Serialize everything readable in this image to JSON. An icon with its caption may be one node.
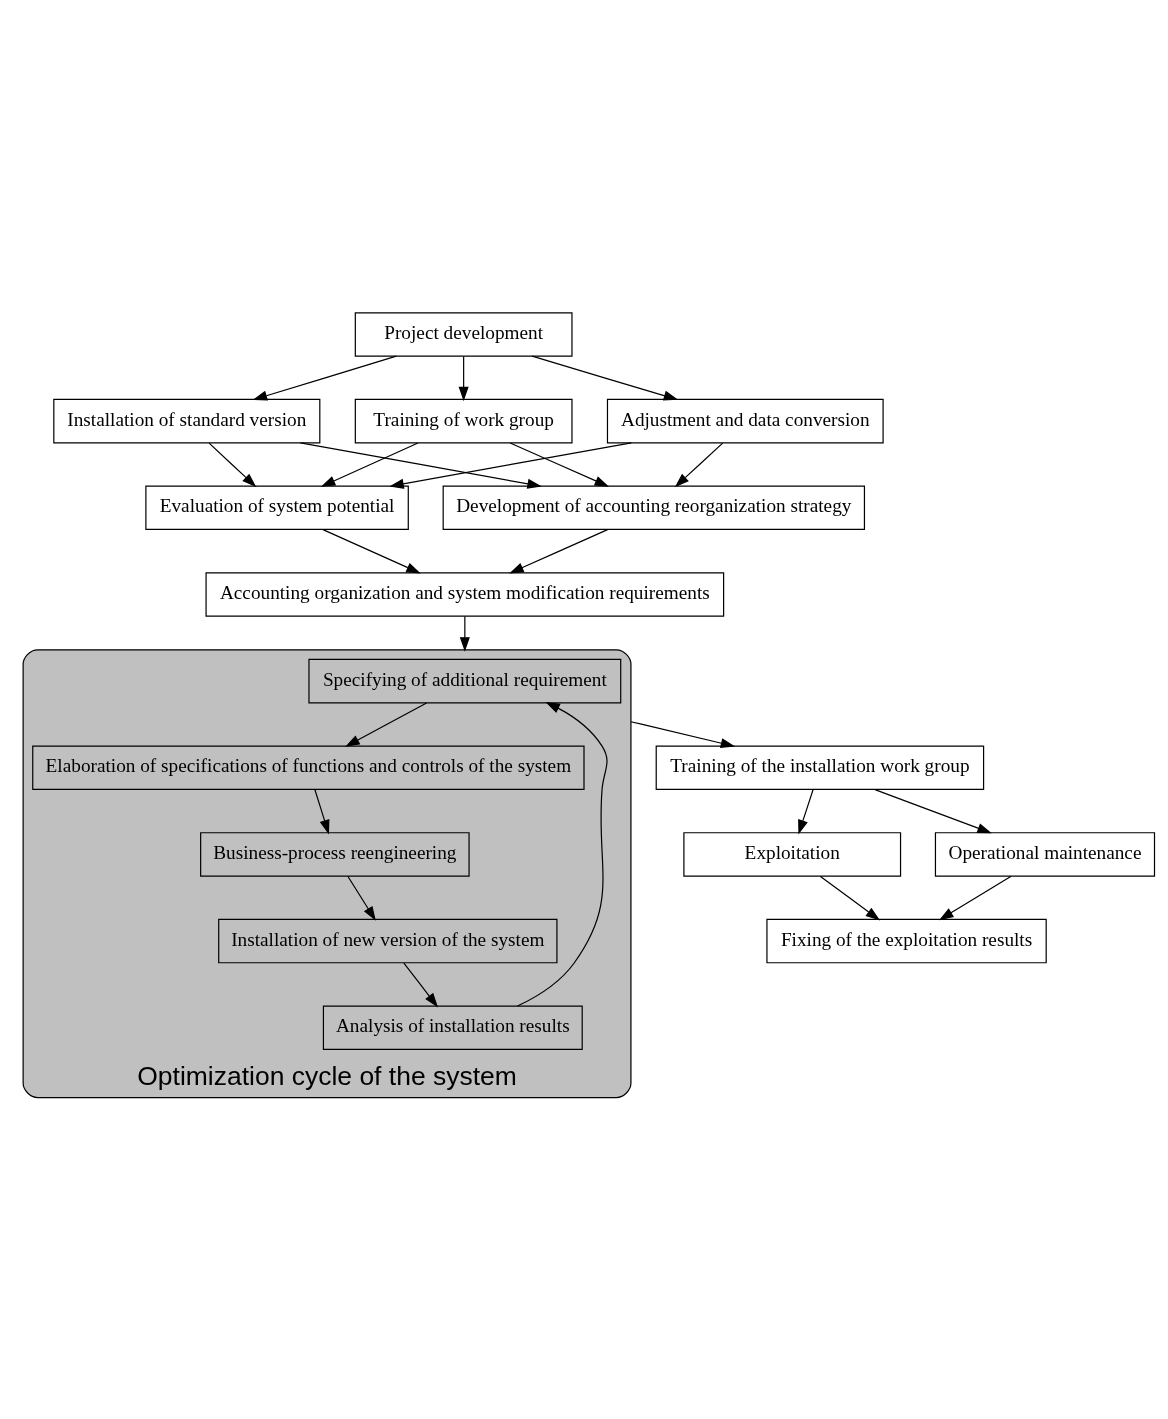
{
  "diagram": {
    "nodes": [
      {
        "text": [
          "Project development"
        ]
      },
      {
        "text": [
          "Adjustment and data conversion"
        ]
      },
      {
        "text": [
          "Installation of standard version"
        ]
      },
      {
        "text": [
          "Training of work group"
        ]
      },
      {
        "text": [
          "Evaluation of system potential"
        ]
      },
      {
        "text": [
          "Development of accounting reorganization strategy"
        ]
      },
      {
        "text": [
          "Accounting organization and system modification requirements"
        ]
      },
      {
        "text": [
          "Optimization cycle of the system"
        ]
      },
      {
        "text": [
          "Specifying of additional requirement"
        ],
        "in": 7
      },
      {
        "text": [
          "Elaboration of specifications of functions and controls of the system"
        ],
        "in": 7
      },
      {
        "text": [
          "Analysis of installation results"
        ],
        "in": 7
      },
      {
        "text": [
          "Business-process reengineering"
        ],
        "in": 7
      },
      {
        "text": [
          "Installation of new version of the system"
        ],
        "in": 7
      },
      {
        "text": [
          "Training of the installation work group"
        ]
      },
      {
        "text": [
          "Exploitation"
        ]
      },
      {
        "text": [
          "Operational maintenance"
        ]
      },
      {
        "text": [
          "Fixing of the exploitation results"
        ]
      }
    ],
    "edges": [
      {
        "from": 0,
        "to": 1,
        "arrow": "to"
      },
      {
        "from": 0,
        "to": 2,
        "arrow": "to"
      },
      {
        "from": 0,
        "to": 3,
        "arrow": "to"
      },
      {
        "from": 1,
        "to": 4,
        "arrow": "to"
      },
      {
        "from": 2,
        "to": 4,
        "arrow": "to"
      },
      {
        "from": 3,
        "to": 4,
        "arrow": "to"
      },
      {
        "from": 1,
        "to": 5,
        "arrow": "to"
      },
      {
        "from": 2,
        "to": 5,
        "arrow": "to"
      },
      {
        "from": 3,
        "to": 5,
        "arrow": "to"
      },
      {
        "from": 4,
        "to": 6,
        "arrow": "to"
      },
      {
        "from": 5,
        "to": 6,
        "arrow": "to"
      },
      {
        "from": 6,
        "to": 7,
        "arrow": "to"
      },
      {
        "from": 8,
        "to": 9,
        "arrow": "to"
      },
      {
        "from": 9,
        "to": 11,
        "arrow": "to"
      },
      {
        "from": 11,
        "to": 12,
        "arrow": "to"
      },
      {
        "from": 12,
        "to": 10,
        "arrow": "to"
      },
      {
        "from": 10,
        "to": 8,
        "arrow": "to"
      },
      {
        "from": 7,
        "to": 13,
        "arrow": "to"
      },
      {
        "from": 13,
        "to": 14,
        "arrow": "to"
      },
      {
        "from": 13,
        "to": 15,
        "arrow": "to"
      },
      {
        "from": 14,
        "to": 16,
        "arrow": "to"
      },
      {
        "from": 15,
        "to": 16,
        "arrow": "to"
      }
    ]
  }
}
